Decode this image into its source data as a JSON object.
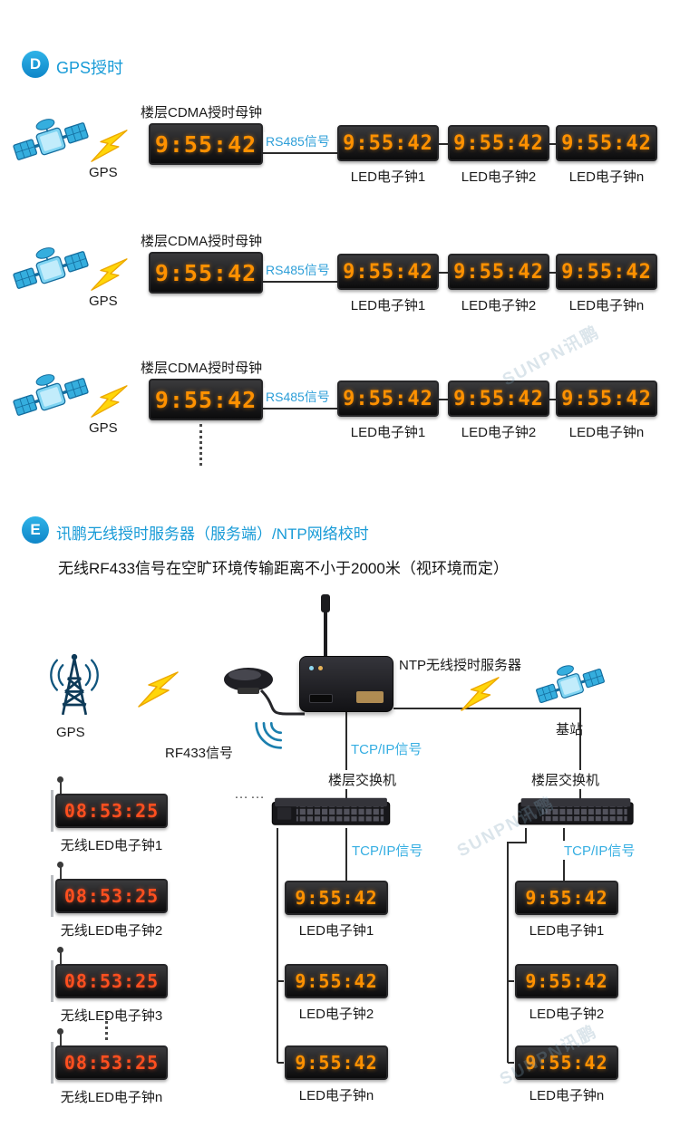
{
  "colors": {
    "accent": "#189bd7",
    "signal_blue": "#2e9fd8",
    "tcp_blue": "#35aee2",
    "led_orange": "#ff9100",
    "led_red": "#ff4f1f"
  },
  "watermark": "SUNPN讯鹏",
  "section_d": {
    "badge": "D",
    "title": "GPS授时",
    "gps_label": "GPS",
    "master_label": "楼层CDMA授时母钟",
    "master_time": "9:55:42",
    "signal_label": "RS485信号",
    "clock_time": "9:55:42",
    "clock_labels": [
      "LED电子钟1",
      "LED电子钟2",
      "LED电子钟n"
    ]
  },
  "section_e": {
    "badge": "E",
    "title": "讯鹏无线授时服务器（服务端）/NTP网络校时",
    "subtitle": "无线RF433信号在空旷环境传输距离不小于2000米（视环境而定）",
    "gps_label": "GPS",
    "ntp_label": "NTP无线授时服务器",
    "rf433_label": "RF433信号",
    "tcpip_label": "TCP/IP信号",
    "base_label": "基站",
    "switch_label": "楼层交换机",
    "ellipsis": "……",
    "wireless_time": "08:53:25",
    "clock_time": "9:55:42",
    "wireless_labels": [
      "无线LED电子钟1",
      "无线LED电子钟2",
      "无线LED电子钟3",
      "无线LED电子钟n"
    ],
    "mid_labels": [
      "LED电子钟1",
      "LED电子钟2",
      "LED电子钟n"
    ],
    "right_labels": [
      "LED电子钟1",
      "LED电子钟2",
      "LED电子钟n"
    ]
  }
}
